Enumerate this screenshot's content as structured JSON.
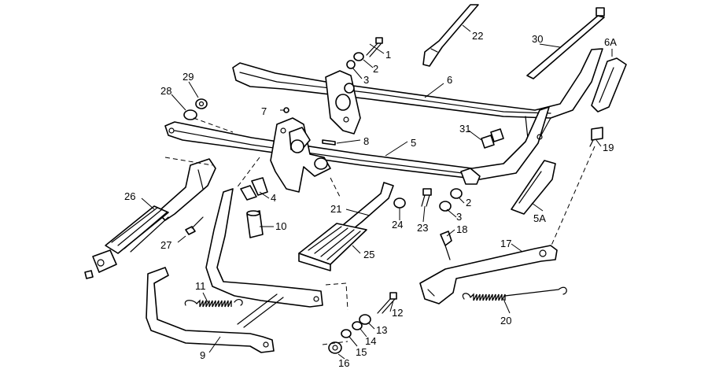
{
  "callouts": {
    "c1": "1",
    "c2a": "2",
    "c2b": "2",
    "c3a": "3",
    "c3b": "3",
    "c4": "4",
    "c5": "5",
    "c5A": "5A",
    "c6": "6",
    "c6A": "6A",
    "c7": "7",
    "c8": "8",
    "c9": "9",
    "c10": "10",
    "c11": "11",
    "c12": "12",
    "c13": "13",
    "c14": "14",
    "c15": "15",
    "c16": "16",
    "c17": "17",
    "c18": "18",
    "c19": "19",
    "c20": "20",
    "c21": "21",
    "c22": "22",
    "c23": "23",
    "c24": "24",
    "c25": "25",
    "c26": "26",
    "c27": "27",
    "c28": "28",
    "c29": "29",
    "c30": "30",
    "c31": "31"
  },
  "colors": {
    "ink": "#000000",
    "paper": "#ffffff"
  }
}
